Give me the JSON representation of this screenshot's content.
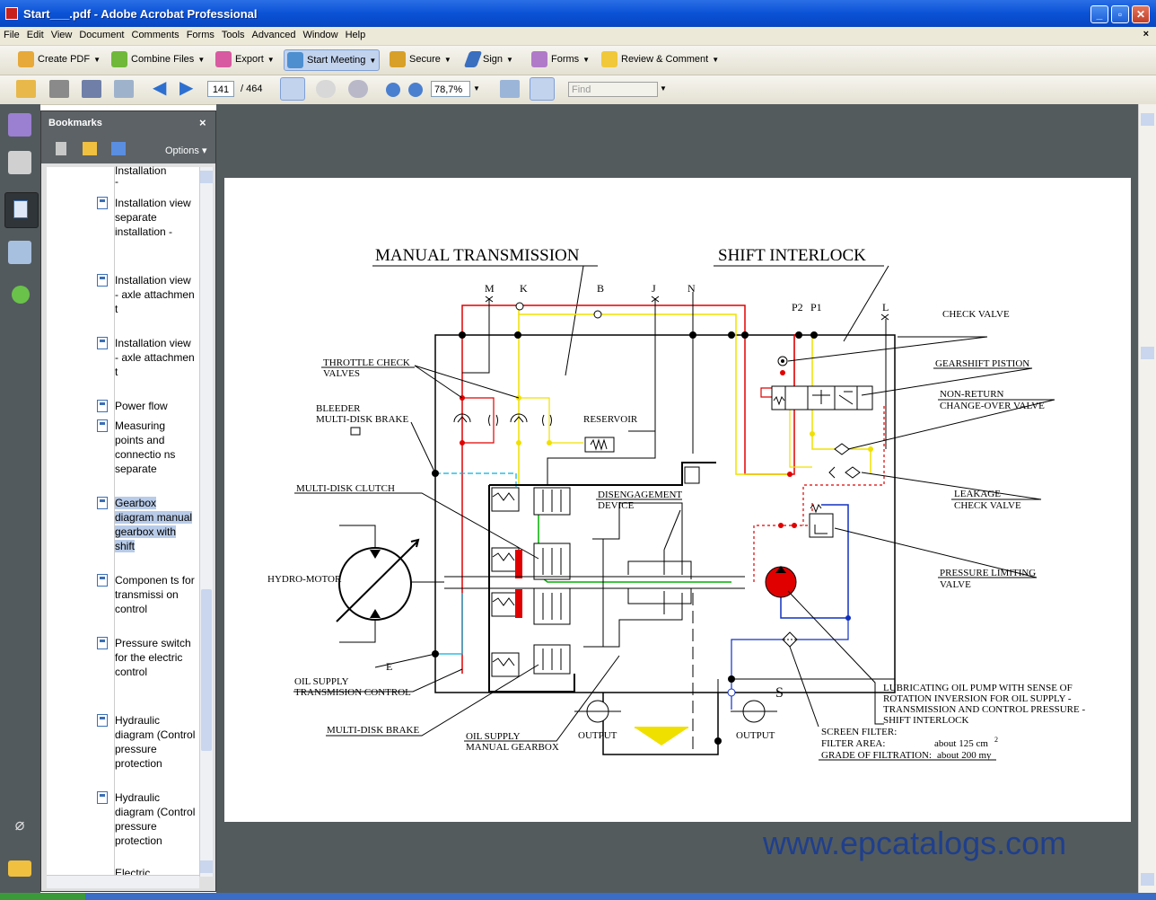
{
  "window": {
    "title": "Start___.pdf - Adobe Acrobat Professional"
  },
  "menu": [
    "File",
    "Edit",
    "View",
    "Document",
    "Comments",
    "Forms",
    "Tools",
    "Advanced",
    "Window",
    "Help"
  ],
  "toolbar1": {
    "create_pdf": "Create PDF",
    "combine_files": "Combine Files",
    "export": "Export",
    "start_meeting": "Start Meeting",
    "secure": "Secure",
    "sign": "Sign",
    "forms": "Forms",
    "review_comment": "Review & Comment"
  },
  "toolbar2": {
    "page_current": "141",
    "page_total": "/ 464",
    "zoom": "78,7%",
    "find_placeholder": "Find"
  },
  "bookmarks": {
    "title": "Bookmarks",
    "options": "Options",
    "items": [
      {
        "label": "Installation"
      },
      {
        "label": "-"
      },
      {
        "label": "Installation view separate installation -"
      },
      {
        "label": "Installation view - axle attachmen t"
      },
      {
        "label": "Installation view - axle attachmen t"
      },
      {
        "label": "Power flow"
      },
      {
        "label": "Measuring points and connectio ns separate"
      },
      {
        "label": "Gearbox diagram manual gearbox with shift"
      },
      {
        "label": "Componen ts for transmissi on control"
      },
      {
        "label": "Pressure switch for the electric control"
      },
      {
        "label": "Hydraulic diagram (Control pressure protection"
      },
      {
        "label": "Hydraulic diagram (Control pressure protection"
      },
      {
        "label": "Electric"
      }
    ]
  },
  "diagram": {
    "title_left": "MANUAL TRANSMISSION",
    "title_right": "SHIFT INTERLOCK",
    "ports": {
      "M": "M",
      "K": "K",
      "B": "B",
      "J": "J",
      "N": "N",
      "P2": "P2",
      "P1": "P1",
      "L": "L",
      "E": "E",
      "S": "S"
    },
    "labels": {
      "throttle1": "THROTTLE CHECK",
      "throttle2": "VALVES",
      "bleeder1": "BLEEDER",
      "bleeder2": "MULTI-DISK BRAKE",
      "reservoir": "RESERVOIR",
      "clutch": "MULTI-DISK CLUTCH",
      "diseng1": "DISENGAGEMENT",
      "diseng2": "DEVICE",
      "hydromotor": "HYDRO-MOTOR",
      "oilsup1": "OIL SUPPLY",
      "oilsup2": "TRANSMISION CONTROL",
      "brake": "MULTI-DISK BRAKE",
      "oilman1": "OIL SUPPLY",
      "oilman2": "MANUAL GEARBOX",
      "output1": "OUTPUT",
      "output2": "OUTPUT",
      "check": "CHECK VALVE",
      "gearshift": "GEARSHIFT PISTION",
      "nonret1": "NON-RETURN",
      "nonret2": "CHANGE-OVER VALVE",
      "leak1": "LEAKAGE",
      "leak2": "CHECK VALVE",
      "plv1": "PRESSURE LIMITING",
      "plv2": "VALVE",
      "lub1": "LUBRICATING OIL PUMP WITH SENSE OF",
      "lub2": "ROTATION INVERSION FOR OIL SUPPLY -",
      "lub3": "TRANSMISSION AND CONTROL PRESSURE -",
      "lub4": "SHIFT INTERLOCK",
      "sf1": "SCREEN FILTER:",
      "sf2": "FILTER AREA:",
      "sf2v": "about 125 cm",
      "sf2sup": "2",
      "sf3": "GRADE OF FILTRATION:",
      "sf3v": "about 200 my"
    }
  },
  "watermark": "www.epcatalogs.com",
  "colors": {
    "titlebar": "#0a52d6",
    "docbg": "#535b5d",
    "red": "#e00000",
    "yellow": "#f0e000",
    "blue": "#1030c0",
    "cyan": "#00b0e0",
    "green": "#00b000"
  }
}
